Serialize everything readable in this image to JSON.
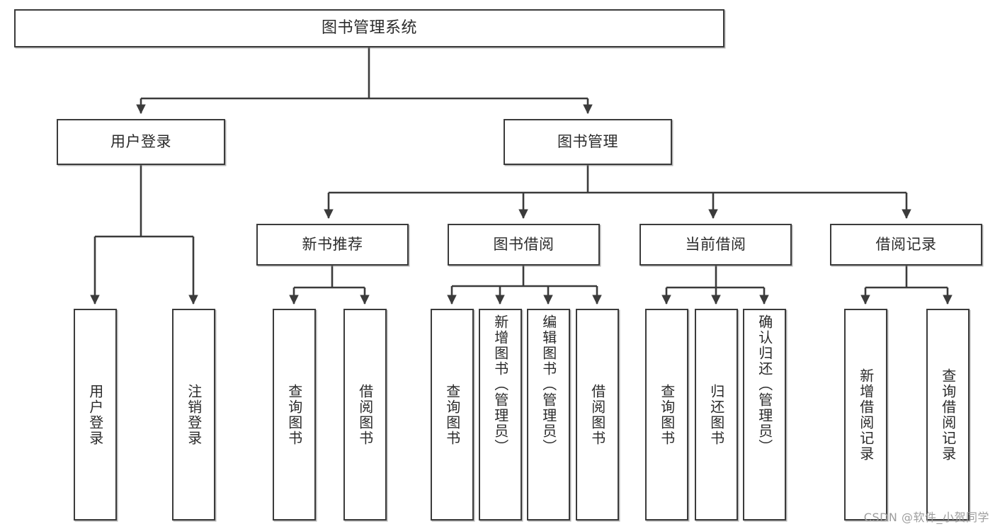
{
  "diagram": {
    "title": "图书管理系统",
    "type": "tree-hierarchy-chart",
    "line_color": "#3b3b3b",
    "box_fill": "#ffffff",
    "text_color": "#2b2b2b"
  },
  "root": {
    "label": "图书管理系统"
  },
  "level2": [
    {
      "label": "用户登录"
    },
    {
      "label": "图书管理"
    }
  ],
  "level3": [
    {
      "label": "新书推荐"
    },
    {
      "label": "图书借阅"
    },
    {
      "label": "当前借阅"
    },
    {
      "label": "借阅记录"
    }
  ],
  "leaves": {
    "user_login": [
      {
        "label": "用户登录"
      },
      {
        "label": "注销登录"
      }
    ],
    "new_book": [
      {
        "label": "查询图书"
      },
      {
        "label": "借阅图书"
      }
    ],
    "book_borrow": [
      {
        "label": "查询图书"
      },
      {
        "label": "新增图书（管理员）"
      },
      {
        "label": "编辑图书（管理员）"
      },
      {
        "label": "借阅图书"
      }
    ],
    "current_borrow": [
      {
        "label": "查询图书"
      },
      {
        "label": "归还图书"
      },
      {
        "label": "确认归还（管理员）"
      }
    ],
    "borrow_record": [
      {
        "label": "新增借阅记录"
      },
      {
        "label": "查询借阅记录"
      }
    ]
  },
  "watermark": {
    "text": "CSDN @软件_小贺同学"
  }
}
